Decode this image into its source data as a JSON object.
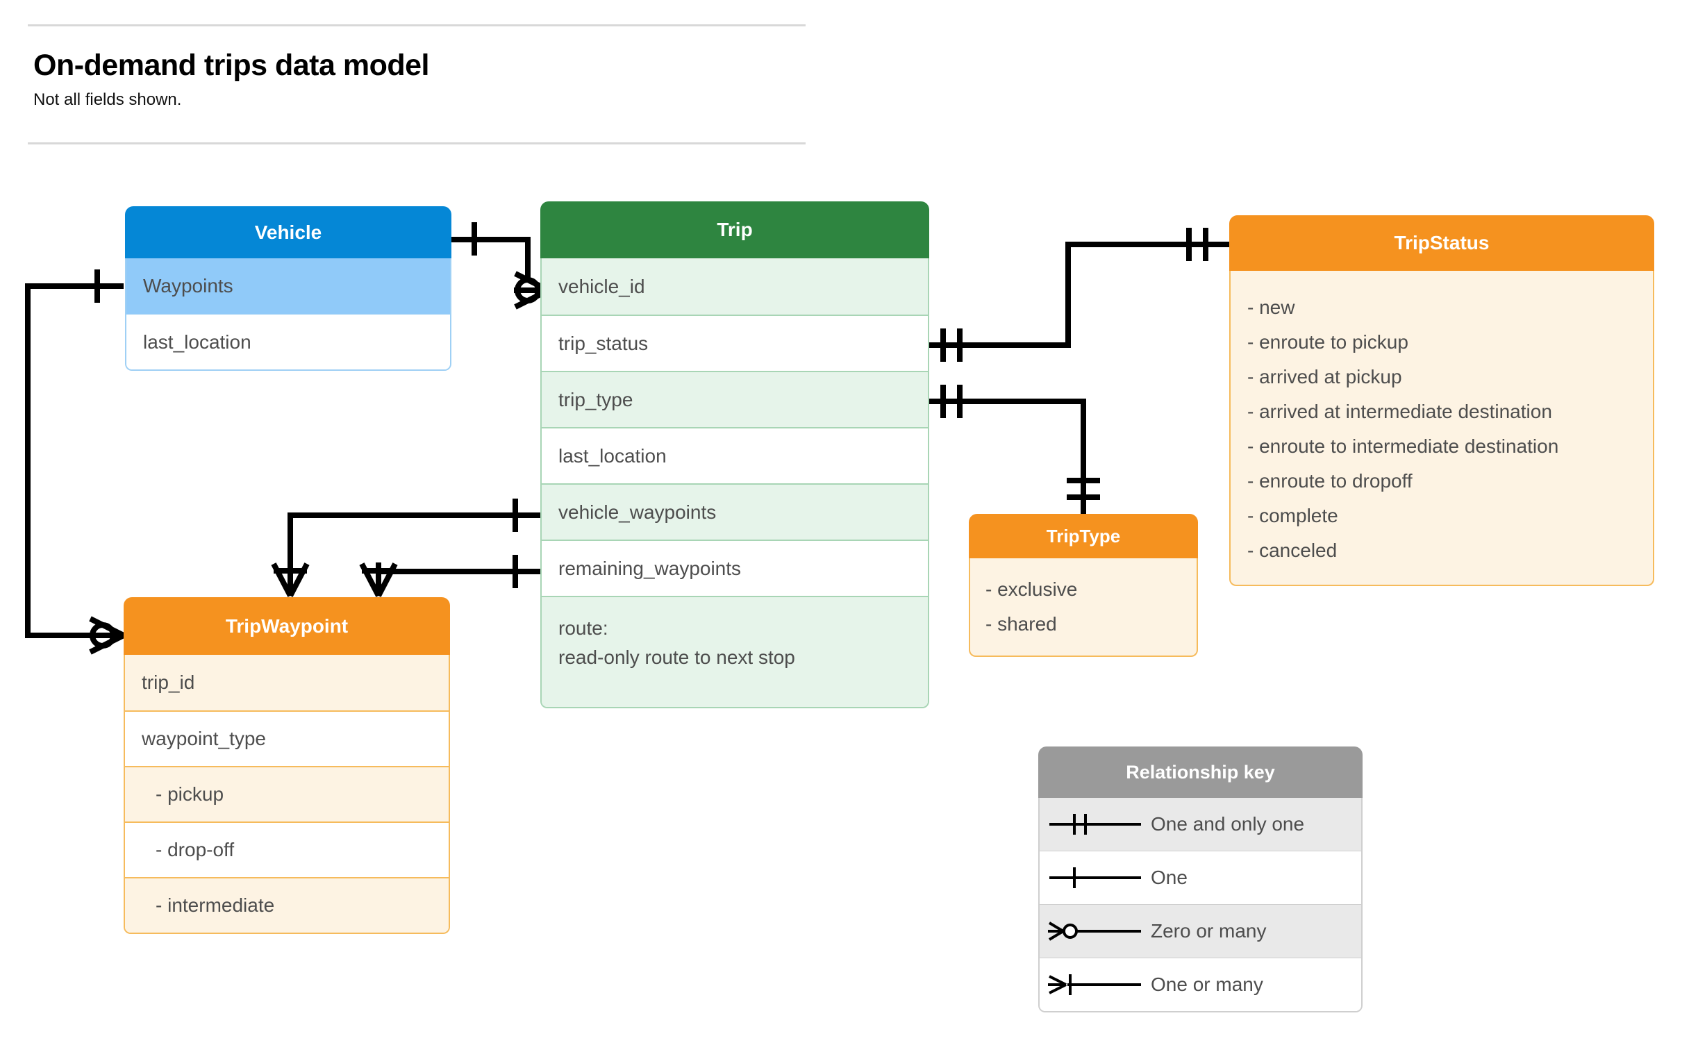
{
  "header": {
    "title": "On-demand trips data model",
    "subtitle": "Not all fields shown."
  },
  "entities": {
    "vehicle": {
      "name": "Vehicle",
      "header_color": "#0587d6",
      "accent_color": "#90caf9",
      "fields": [
        {
          "label": "Waypoints"
        },
        {
          "label": "last_location"
        }
      ]
    },
    "trip": {
      "name": "Trip",
      "header_color": "#2e8540",
      "accent_color": "#e6f4ea",
      "fields": [
        {
          "label": "vehicle_id"
        },
        {
          "label": "trip_status"
        },
        {
          "label": "trip_type"
        },
        {
          "label": "last_location"
        },
        {
          "label": "vehicle_waypoints"
        },
        {
          "label": "remaining_waypoints"
        },
        {
          "label": "route:",
          "label2": "read-only route to next stop"
        }
      ]
    },
    "trip_waypoint": {
      "name": "TripWaypoint",
      "header_color": "#f5921f",
      "accent_color": "#fdf3e3",
      "fields": [
        {
          "label": "trip_id"
        },
        {
          "label": "waypoint_type"
        },
        {
          "label": "-  pickup"
        },
        {
          "label": "-  drop-off"
        },
        {
          "label": "-  intermediate"
        }
      ]
    },
    "trip_status": {
      "name": "TripStatus",
      "header_color": "#f5921f",
      "accent_color": "#fdf3e3",
      "values": [
        "- new",
        "- enroute to pickup",
        "- arrived at pickup",
        "- arrived at intermediate destination",
        "- enroute to intermediate destination",
        "- enroute to dropoff",
        "- complete",
        "- canceled"
      ]
    },
    "trip_type": {
      "name": "TripType",
      "header_color": "#f5921f",
      "accent_color": "#fdf3e3",
      "values": [
        "- exclusive",
        "- shared"
      ]
    }
  },
  "legend": {
    "title": "Relationship key",
    "header_color": "#9a9a9a",
    "rows": [
      {
        "symbol": "one-and-only-one-icon",
        "label": "One and only one"
      },
      {
        "symbol": "one-icon",
        "label": "One"
      },
      {
        "symbol": "zero-or-many-icon",
        "label": "Zero or many"
      },
      {
        "symbol": "one-or-many-icon",
        "label": "One or many"
      }
    ]
  },
  "relationships": [
    {
      "from": "Vehicle.Waypoints",
      "from_card": "One",
      "to": "TripWaypoint",
      "to_card": "Zero or many"
    },
    {
      "from": "Vehicle",
      "from_card": "One",
      "to": "Trip.vehicle_id",
      "to_card": "Zero or many"
    },
    {
      "from": "Trip.trip_status",
      "from_card": "One and only one",
      "to": "TripStatus",
      "to_card": "One and only one"
    },
    {
      "from": "Trip.trip_type",
      "from_card": "One and only one",
      "to": "TripType",
      "to_card": "One and only one"
    },
    {
      "from": "Trip.vehicle_waypoints",
      "from_card": "One",
      "to": "TripWaypoint",
      "to_card": "One or many"
    },
    {
      "from": "Trip.remaining_waypoints",
      "from_card": "One",
      "to": "TripWaypoint",
      "to_card": "One or many"
    }
  ]
}
